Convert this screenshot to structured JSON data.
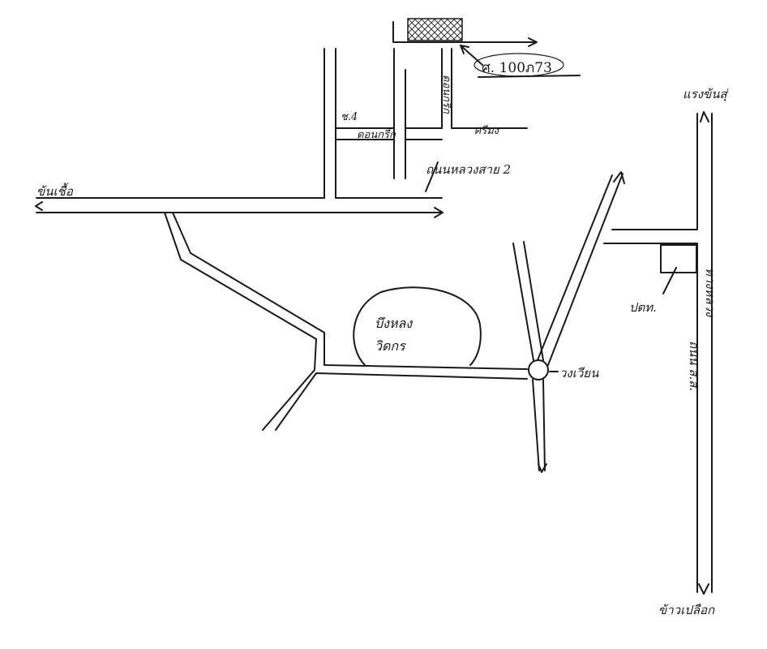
{
  "labels": {
    "house_no": "ศ. 100ภ73",
    "top_right": "แรงข้นสุ่",
    "left_road": "ข้นเชื้อ",
    "road_top_left": "ช.4",
    "road_top_mid": "ดอนกรีก",
    "road_top_right": "ศรีมง",
    "road_vertical_mid": "ดอนกรีก",
    "upper_road": "ถนนหลวงสาย 2",
    "lake": "บึงหลง\nวิดกร",
    "junction": "วงเวียน",
    "right_road": "ถนน ส.ส.",
    "right_road_2": "ทางหลวง",
    "small_box": "ปตท.",
    "bottom_right": "ข้าวเปลือก"
  },
  "colors": {
    "ink": "#1a1a1a",
    "paper": "#ffffff",
    "hatch": "#333333"
  }
}
